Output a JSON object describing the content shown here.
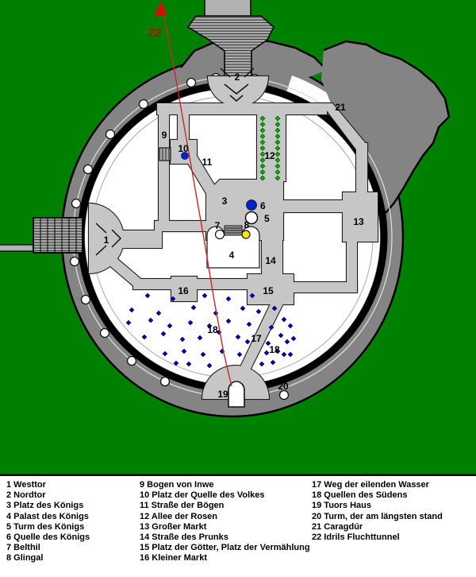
{
  "map": {
    "markers": [
      "1",
      "2",
      "3",
      "4",
      "5",
      "6",
      "7",
      "8",
      "9",
      "10",
      "11",
      "12",
      "13",
      "14",
      "15",
      "16",
      "17",
      "18",
      "19",
      "20",
      "21",
      "22"
    ]
  },
  "legend": {
    "col1": [
      "1 Westtor",
      "2 Nordtor",
      "3 Platz des Königs",
      "4 Palast des Königs",
      "5 Turm des Königs",
      "6 Quelle des Königs",
      "7 Belthil",
      "8 Glingal"
    ],
    "col2": [
      "9 Bogen von Inwe",
      "10 Platz der Quelle des Volkes",
      "11 Straße der Bögen",
      "12 Allee der Rosen",
      "13 Großer Markt",
      "14 Straße des Prunks",
      "15 Platz der Götter, Platz der Vermählung",
      "16 Kleiner Markt"
    ],
    "col3": [
      "17 Weg der eilenden Wasser",
      "18 Quellen des Südens",
      "19 Tuors Haus",
      "20 Turm, der am längsten stand",
      "21 Caragdúr",
      "22 Idrils Fluchttunnel"
    ]
  },
  "colors": {
    "background_green": "#008000",
    "wall_rock_gray": "#848484",
    "street_gray": "#c6c6c6",
    "city_white": "#ffffff",
    "escape_route_red": "#c82828",
    "tree_blue": "#0000b0",
    "rose_green": "#00b400",
    "kings_spring_blue": "#0022cc",
    "glingal_yellow": "#ffe800",
    "tower_white": "#ffffff"
  }
}
